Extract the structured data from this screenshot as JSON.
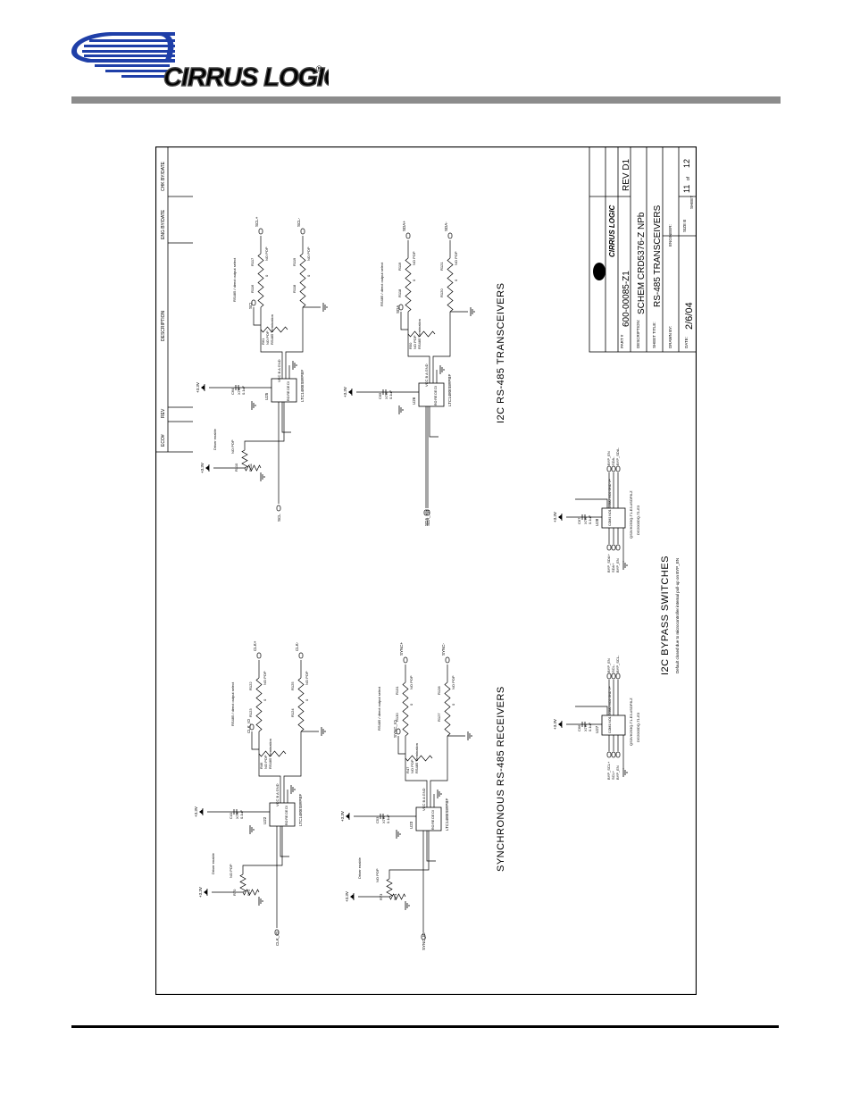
{
  "header": {
    "logo_text": "CIRRUS LOGIC",
    "logo_reg": "®"
  },
  "revision_block": {
    "columns": [
      "ECO#",
      "REV",
      "DESCRIPTION",
      "ENG BY/DATE",
      "CHK BY/DATE"
    ]
  },
  "title_block": {
    "logo": "CIRRUS LOGIC",
    "part_label": "PART #",
    "part_number": "600-00085-Z1",
    "rev": "REV D1",
    "description_label": "DESCRIPTION:",
    "description": "SCHEM CRD5376-Z NPb",
    "sheet_title_label": "SHEET TITLE:",
    "sheet_title": "RS-485 TRANSCEIVERS",
    "drawn_by_label": "DRAWN BY:",
    "engineer_label": "ENGINEER:",
    "date_label": "DATE:",
    "date": "2/6/04",
    "size": "SIZE B",
    "sheet_label": "SHEET",
    "sheet_num": "11",
    "sheet_of": "of",
    "sheet_total": "12"
  },
  "sections": {
    "i2c_transceivers": "I2C RS-485 TRANSCEIVERS",
    "sync_receivers": "SYNCHRONOUS RS-485 RECEIVERS",
    "bypass": "I2C BYPASS SWITCHES",
    "bypass_note": "Default closed due to microcontroller internal pull-up on BYP_EN"
  },
  "circuits": {
    "u25": {
      "ref": "U25",
      "part": "LTC1480IS8#PBF",
      "in_net": "SCL",
      "out_p": "SCL+",
      "out_n": "SCL-",
      "cap": "C64",
      "r_term": "R61",
      "r_top": "R116",
      "r_top2": "R117",
      "r_bot": "R118",
      "r_bot2": "R119",
      "r_en": "R110",
      "r_en2": "R111",
      "pins": "VCC B A GND",
      "pins_left": "RO RE DE DI"
    },
    "u26": {
      "ref": "U26",
      "part": "LTC1480IS8#PBF",
      "in_net": "SDA",
      "in_net2": "SDA_OE",
      "out_p": "SDA+",
      "out_n": "SDA-",
      "cap": "C65",
      "r_term": "R50",
      "r_top": "R118",
      "r_top2": "R119",
      "r_bot": "R120",
      "r_bot2": "R121",
      "pins": "VCC B A GND",
      "pins_left": "RO RE DE DI"
    },
    "u22": {
      "ref": "U22",
      "part": "LTC1480IS8#PBF",
      "in_net": "CLK_IO",
      "out_p": "CLK+",
      "out_n": "CLK-",
      "cap": "C41",
      "r_term": "R46",
      "r_top": "R123",
      "r_top2": "R122",
      "r_bot": "R124",
      "r_bot2": "R125",
      "r_en": "R70",
      "r_en2": "R72",
      "pins": "VCC B A GND",
      "pins_left": "RO RE DE DI"
    },
    "u23": {
      "ref": "U23",
      "part": "LTC1480IS8#PBF",
      "in_net": "SYNC_IO",
      "out_p": "SYNC+",
      "out_n": "SYNC-",
      "cap": "C53",
      "r_term": "R47",
      "r_top": "R130",
      "r_top2": "R131",
      "r_bot": "R127",
      "r_bot2": "R128",
      "r_en": "R73",
      "r_en2": "R74",
      "pins": "VCC B A GND",
      "pins_left": "RO RE DE DI"
    },
    "u28": {
      "ref": "U28",
      "part": "QS3VH253Q-T1-E3-#SOP8-Z",
      "left_nets": [
        "BYP_SDA+",
        "SDA+",
        "BYP_EN"
      ],
      "right_nets": [
        "BYP_EN",
        "SDA-",
        "BYP_SDA-"
      ],
      "cap": "C67",
      "alt": "DG2003DQ-T1-E3"
    },
    "u27": {
      "ref": "U27",
      "part": "QS3VH253Q-T1-E3-#SOP8-Z",
      "left_nets": [
        "BYP_SCL+",
        "SCL+",
        "BYP_EN"
      ],
      "right_nets": [
        "BYP_EN",
        "SCL-",
        "BYP_SCL-"
      ],
      "cap": "C66",
      "alt": "DG2003DQ-T1-E3"
    }
  },
  "labels": {
    "vcc": "+3.3V",
    "driver_enable": "Driver enable",
    "rs485_select": "RS485 / direct output select",
    "no_pop": "NO POP",
    "zero": "0",
    "termination": "RS485 Termination",
    "cap_val": "0.1uF",
    "cap_type": "X7R",
    "switch_pins": "COM1 NO1 COM2 NO2 GND V+"
  }
}
